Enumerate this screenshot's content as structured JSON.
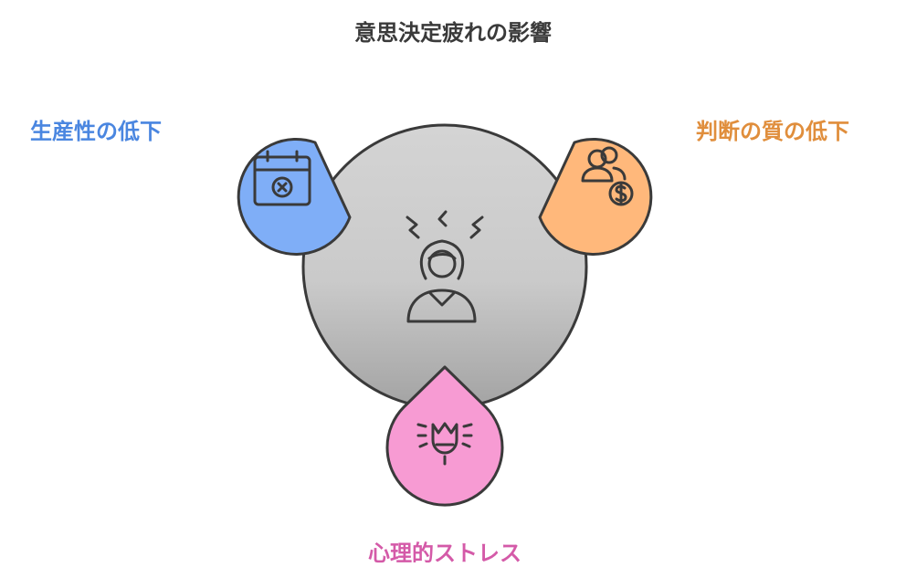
{
  "title": "意思決定疲れの影響",
  "center": {
    "icon": "stressed-person-icon"
  },
  "nodes": [
    {
      "id": "productivity",
      "label": "生産性の低下",
      "icon": "calendar-cancel-icon",
      "color": "#4a86e0",
      "fill": "#7faef7"
    },
    {
      "id": "decision",
      "label": "判断の質の低下",
      "icon": "people-money-icon",
      "color": "#e08e3c",
      "fill": "#ffb87b"
    },
    {
      "id": "stress",
      "label": "心理的ストレス",
      "icon": "stressed-face-icon",
      "color": "#d45aa8",
      "fill": "#f79bd3"
    }
  ],
  "colors": {
    "title": "#3a3a3a",
    "stroke": "#3a3a3a",
    "center_top": "#d9d9d9",
    "center_bottom": "#a6a6a6"
  }
}
